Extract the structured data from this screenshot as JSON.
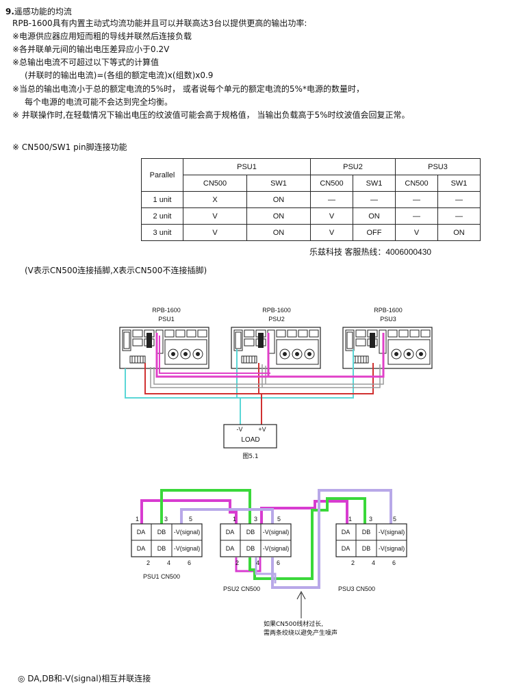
{
  "section": {
    "number": "9.",
    "title": "遥感功能的均流",
    "intro": "RPB-1600具有内置主动式均流功能并且可以并联高达3台以提供更高的输出功率:",
    "notes": [
      "※电源供应器应用短而粗的导线并联然后连接负载",
      "※各并联单元间的输出电压差异应小于0.2V",
      "※总输出电流不可超过以下等式的计算值",
      "(并联时的输出电流)=(各组的额定电流)x(组数)x0.9",
      "※当总的输出电流小于总的额定电流的5%时， 或者说每个单元的额定电流的5%*电源的数量时，",
      "每个电源的电流可能不会达到完全均衡。",
      "※ 并联操作时,在轻载情况下输出电压的纹波值可能会高于规格值， 当输出负载高于5%时纹波值会回复正常。"
    ],
    "pin_heading": "※  CN500/SW1 pin脚连接功能"
  },
  "table": {
    "corner": "Parallel",
    "groups": [
      "PSU1",
      "PSU2",
      "PSU3"
    ],
    "subheaders": [
      "CN500",
      "SW1",
      "CN500",
      "SW1",
      "CN500",
      "SW1"
    ],
    "rows": [
      {
        "label": "1 unit",
        "cells": [
          "X",
          "ON",
          "—",
          "—",
          "—",
          "—"
        ]
      },
      {
        "label": "2 unit",
        "cells": [
          "V",
          "ON",
          "V",
          "ON",
          "—",
          "—"
        ]
      },
      {
        "label": "3 unit",
        "cells": [
          "V",
          "ON",
          "V",
          "OFF",
          "V",
          "ON"
        ]
      }
    ]
  },
  "hotline": "乐兹科技 客服热线：4006000430",
  "legend_note": "(V表示CN500连接插脚,X表示CN500不连接插脚)",
  "figure1": {
    "units": [
      {
        "model": "RPB-1600",
        "name": "PSU1"
      },
      {
        "model": "RPB-1600",
        "name": "PSU2"
      },
      {
        "model": "RPB-1600",
        "name": "PSU3"
      }
    ],
    "load_label": "LOAD",
    "neg_terminal": "-V",
    "pos_terminal": "+V",
    "caption": "图5.1",
    "colors": {
      "magenta": "#e040c8",
      "cyan": "#59d6d6",
      "red": "#d03030",
      "grey": "#9a9a9a"
    }
  },
  "figure2": {
    "connectors": [
      {
        "name": "PSU1  CN500"
      },
      {
        "name": "PSU2  CN500"
      },
      {
        "name": "PSU3  CN500"
      }
    ],
    "top_pins": [
      "1",
      "3",
      "5"
    ],
    "bottom_pins": [
      "2",
      "4",
      "6"
    ],
    "top_cells": [
      "DA",
      "DB",
      "-V(signal)"
    ],
    "bottom_cells": [
      "DA",
      "DB",
      "-V(signal)"
    ],
    "note_line1": "如果CN500线材过长,",
    "note_line2": "需两条绞绕以避免产生噪声",
    "colors": {
      "magenta": "#d83cd0",
      "green": "#3ad83a",
      "lavender": "#b8a8e8"
    }
  },
  "footer": "◎ DA,DB和-V(signal)相互并联连接"
}
